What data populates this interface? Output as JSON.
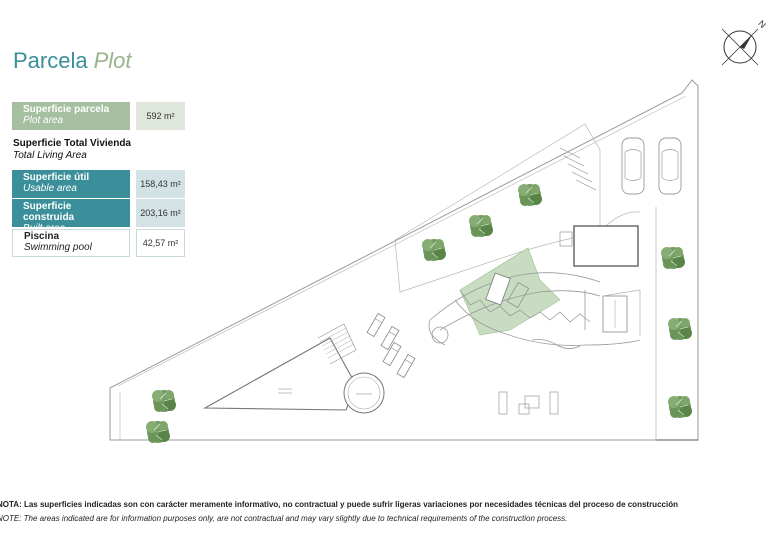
{
  "title": {
    "es": "Parcela",
    "en": "Plot"
  },
  "summary": [
    {
      "id": "plot-area",
      "es": "Superficie parcela",
      "en": "Plot area",
      "value": "592 m²",
      "style": "plot"
    },
    {
      "id": "usable-area",
      "es": "Superficie útil",
      "en": "Usable area",
      "value": "158,43 m²",
      "style": "teal"
    },
    {
      "id": "built-area",
      "es": "Superficie construida",
      "en": "Built area",
      "value": "203,16 m²",
      "style": "teal"
    },
    {
      "id": "pool-area",
      "es": "Piscina",
      "en": "Swimming pool",
      "value": "42,57 m²",
      "style": "pool"
    }
  ],
  "living_heading": {
    "es": "Superficie Total Vivienda",
    "en": "Total Living Area"
  },
  "compass": {
    "north_label": "N"
  },
  "notes": {
    "es": "NOTA: Las superficies indicadas son con carácter meramente informativo, no contractual y puede sufrir ligeras variaciones por necesidades técnicas del proceso de construcción",
    "en": "NOTE: The areas indicated are for information purposes only, are not contractual and may vary slightly due to technical requirements of the construction process."
  },
  "colors": {
    "teal": "#3a8f9a",
    "sage": "#a6bfa0",
    "lawn": "#c7dcc1",
    "tree": "#6f9a5e"
  }
}
